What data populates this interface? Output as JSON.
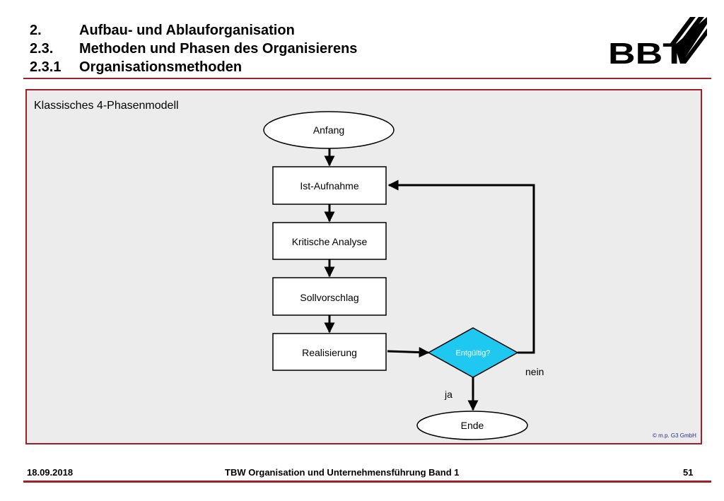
{
  "heading": {
    "rows": [
      {
        "num": "2.",
        "text": "Aufbau- und Ablauforganisation"
      },
      {
        "num": "2.3.",
        "text": "Methoden und Phasen des Organisierens"
      },
      {
        "num": "2.3.1",
        "text": "Organisationsmethoden"
      }
    ]
  },
  "logo": {
    "text": "BBT"
  },
  "panel": {
    "title": "Klassisches 4-Phasenmodell"
  },
  "flow": {
    "start": "Anfang",
    "steps": [
      "Ist-Aufnahme",
      "Kritische Analyse",
      "Sollvorschlag",
      "Realisierung"
    ],
    "decision": "Entgültig?",
    "yes_label": "ja",
    "no_label": "nein",
    "end": "Ende",
    "decision_color": "#1ec8f0"
  },
  "copyright": "© m.p. G3 GmbH",
  "footer": {
    "date": "18.09.2018",
    "center": "TBW Organisation und Unternehmensführung Band 1",
    "page": "51"
  },
  "colors": {
    "accent": "#a0202a",
    "panel": "#ececec"
  }
}
